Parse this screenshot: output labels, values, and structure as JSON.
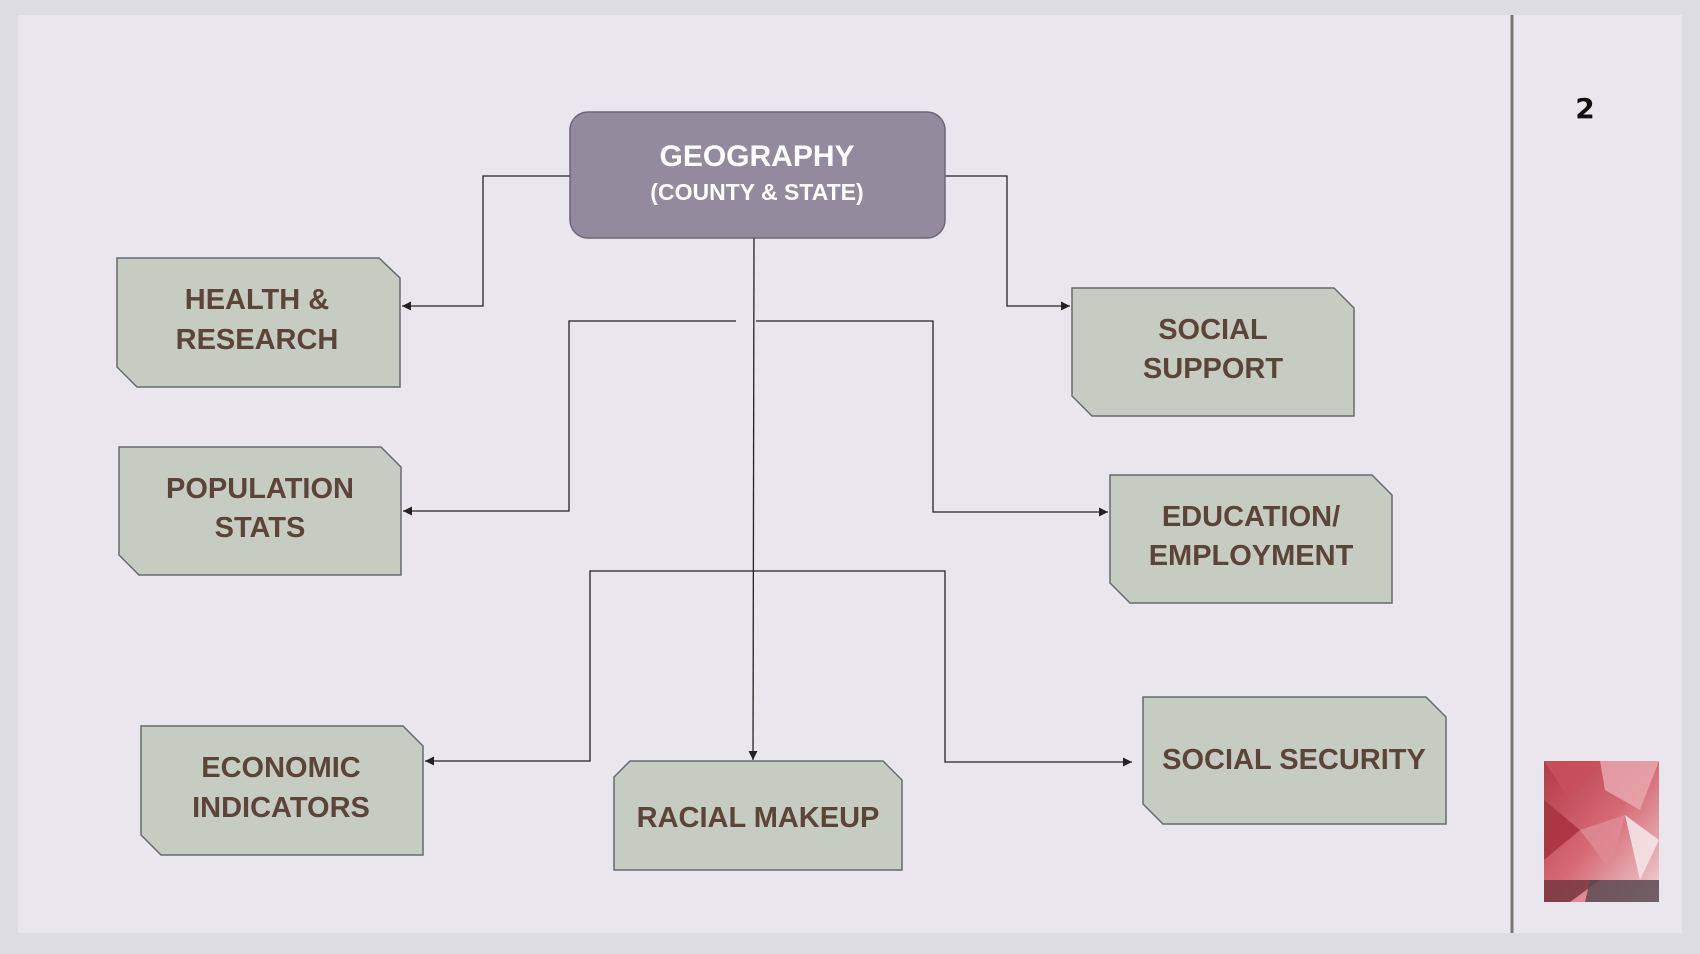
{
  "slide": {
    "page_number": "2",
    "colors": {
      "background": "#e9e7ed",
      "root_box": "#938b9d",
      "child_box": "#c7ccc3",
      "child_text": "#5a4538",
      "root_text": "#ffffff",
      "connector": "#222222",
      "thumbnail_accent": "#c64a55"
    }
  },
  "diagram": {
    "root": {
      "title": "GEOGRAPHY",
      "subtitle": "(COUNTY & STATE)"
    },
    "children": {
      "health": {
        "line1": "HEALTH &",
        "line2": "RESEARCH"
      },
      "population": {
        "line1": "POPULATION",
        "line2": "STATS"
      },
      "economic": {
        "line1": "ECONOMIC",
        "line2": "INDICATORS"
      },
      "racial": {
        "line1": "RACIAL MAKEUP"
      },
      "social_support": {
        "line1": "SOCIAL",
        "line2": "SUPPORT"
      },
      "education": {
        "line1": "EDUCATION/",
        "line2": "EMPLOYMENT"
      },
      "social_security": {
        "line1": "SOCIAL SECURITY"
      }
    }
  },
  "thumbnail": {
    "icon": "geometric-pattern-thumbnail"
  }
}
